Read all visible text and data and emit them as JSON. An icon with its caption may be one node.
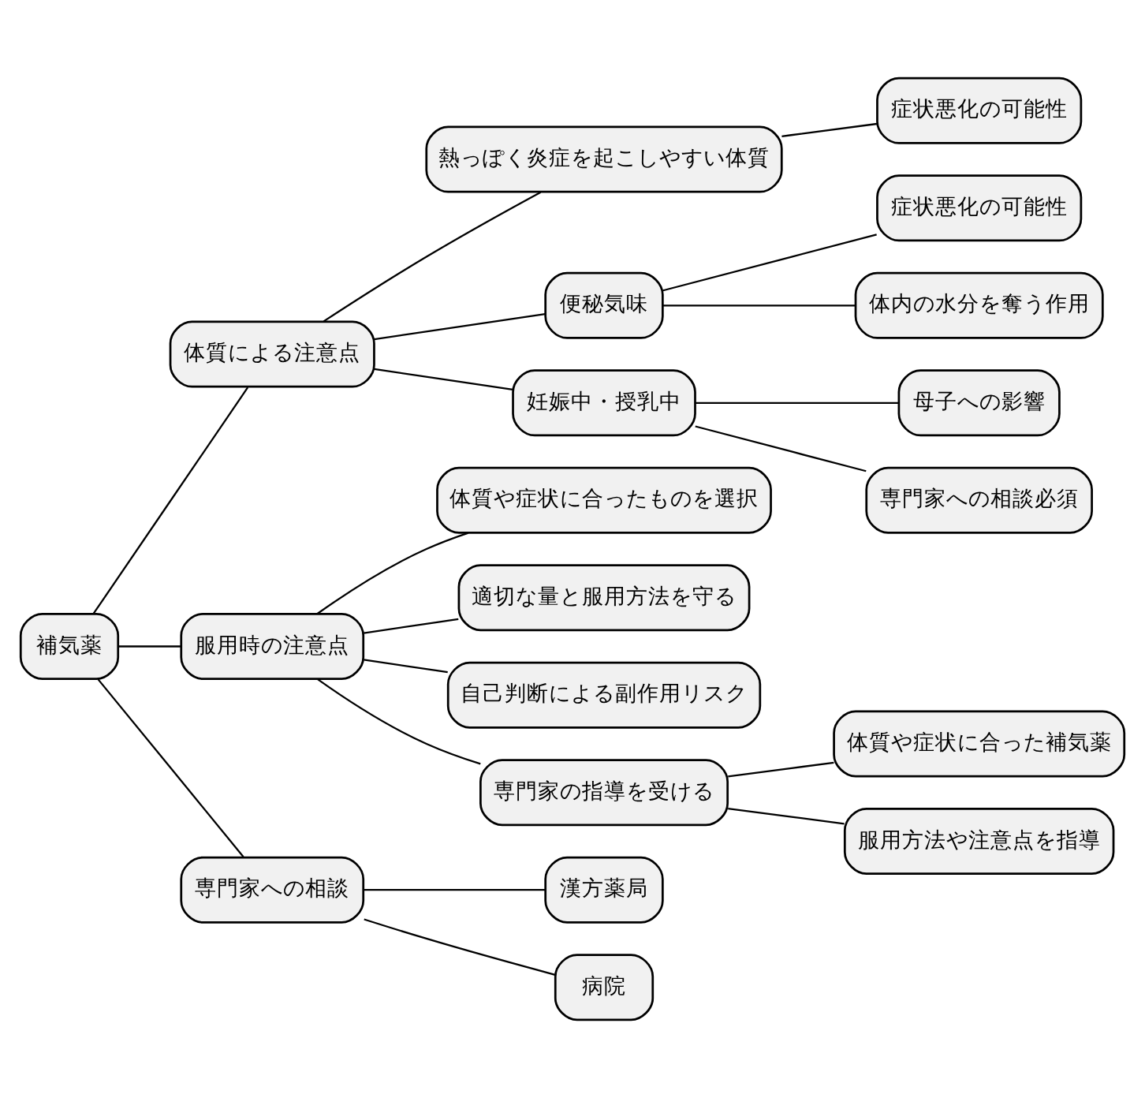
{
  "diagram": {
    "nodes": [
      {
        "text": [
          "補気薬"
        ]
      },
      {
        "text": [
          "体質による注意点"
        ]
      },
      {
        "text": [
          "熱っぽく炎症を起こしやすい体質"
        ]
      },
      {
        "text": [
          "症状悪化の可能性"
        ]
      },
      {
        "text": [
          "便秘気味"
        ]
      },
      {
        "text": [
          "症状悪化の可能性"
        ]
      },
      {
        "text": [
          "体内の水分を奪う作用"
        ]
      },
      {
        "text": [
          "妊娠中・授乳中"
        ]
      },
      {
        "text": [
          "母子への影響"
        ]
      },
      {
        "text": [
          "専門家への相談必須"
        ]
      },
      {
        "text": [
          "服用時の注意点"
        ]
      },
      {
        "text": [
          "体質や症状に合ったものを選択"
        ]
      },
      {
        "text": [
          "適切な量と服用方法を守る"
        ]
      },
      {
        "text": [
          "自己判断による副作用リスク"
        ]
      },
      {
        "text": [
          "専門家の指導を受ける"
        ]
      },
      {
        "text": [
          "体質や症状に合った補気薬"
        ]
      },
      {
        "text": [
          "服用方法や注意点を指導"
        ]
      },
      {
        "text": [
          "専門家への相談"
        ]
      },
      {
        "text": [
          "漢方薬局"
        ]
      },
      {
        "text": [
          "病院"
        ]
      }
    ],
    "edges": [
      {
        "from": 0,
        "to": 1,
        "arrow": "none"
      },
      {
        "from": 1,
        "to": 2,
        "arrow": "none"
      },
      {
        "from": 2,
        "to": 3,
        "arrow": "none"
      },
      {
        "from": 1,
        "to": 4,
        "arrow": "none"
      },
      {
        "from": 4,
        "to": 5,
        "arrow": "none"
      },
      {
        "from": 4,
        "to": 6,
        "arrow": "none"
      },
      {
        "from": 1,
        "to": 7,
        "arrow": "none"
      },
      {
        "from": 7,
        "to": 8,
        "arrow": "none"
      },
      {
        "from": 7,
        "to": 9,
        "arrow": "none"
      },
      {
        "from": 0,
        "to": 10,
        "arrow": "none"
      },
      {
        "from": 10,
        "to": 11,
        "arrow": "none"
      },
      {
        "from": 10,
        "to": 12,
        "arrow": "none"
      },
      {
        "from": 10,
        "to": 13,
        "arrow": "none"
      },
      {
        "from": 10,
        "to": 14,
        "arrow": "none"
      },
      {
        "from": 14,
        "to": 15,
        "arrow": "none"
      },
      {
        "from": 14,
        "to": 16,
        "arrow": "none"
      },
      {
        "from": 0,
        "to": 17,
        "arrow": "none"
      },
      {
        "from": 17,
        "to": 18,
        "arrow": "none"
      },
      {
        "from": 17,
        "to": 19,
        "arrow": "none"
      }
    ]
  }
}
